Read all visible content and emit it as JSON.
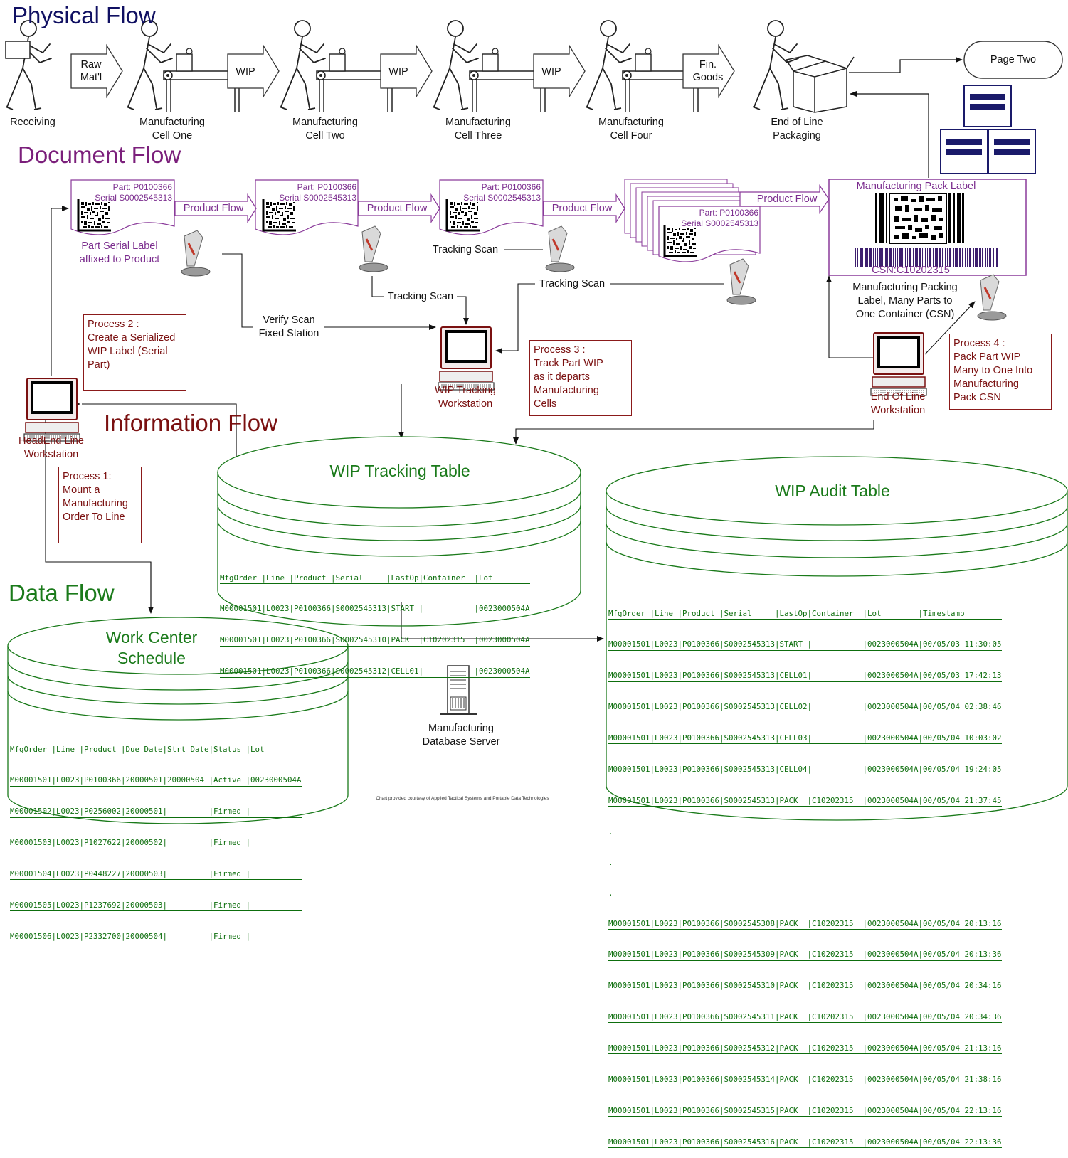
{
  "headings": {
    "physical": "Physical Flow",
    "document": "Document Flow",
    "information": "Information Flow",
    "data": "Data Flow"
  },
  "colors": {
    "physical_heading": "#101062",
    "document_heading": "#7b1f7b",
    "information_heading": "#7a1010",
    "data_heading": "#1a7a1a",
    "process_box_border": "#8b1a1a",
    "table_text": "#0d6e0d",
    "label_border": "#8a3a9a"
  },
  "physical": {
    "stations": [
      {
        "name": "Receiving"
      },
      {
        "name": "Manufacturing",
        "name2": "Cell One"
      },
      {
        "name": "Manufacturing",
        "name2": "Cell Two"
      },
      {
        "name": "Manufacturing",
        "name2": "Cell Three"
      },
      {
        "name": "Manufacturing",
        "name2": "Cell Four"
      },
      {
        "name": "End of Line",
        "name2": "Packaging"
      }
    ],
    "arrows": [
      {
        "line1": "Raw",
        "line2": "Mat'l"
      },
      {
        "line1": "WIP"
      },
      {
        "line1": "WIP"
      },
      {
        "line1": "WIP"
      },
      {
        "line1": "Fin.",
        "line2": "Goods"
      }
    ],
    "page_two": "Page Two"
  },
  "document": {
    "part_label": "Part: P0100366",
    "serial_label": "Serial S0002545313",
    "product_flow": "Product Flow",
    "part_serial_caption": {
      "line1": "Part Serial Label",
      "line2": "affixed to Product"
    },
    "tracking_scan": "Tracking Scan",
    "verify_scan": {
      "line1": "Verify Scan",
      "line2": "Fixed Station"
    },
    "pack_label_title": "Manufacturing Pack Label",
    "csn": "CSN:C10202315",
    "pack_caption": {
      "line1": "Manufacturing Packing",
      "line2": "Label, Many Parts to",
      "line3": "One Container (CSN)"
    }
  },
  "process_boxes": {
    "p1": "Process 1:\nMount a\nManufacturing\nOrder To Line",
    "p2": "Process 2 :\nCreate a Serialized\nWIP Label (Serial\nPart)",
    "p3": "Process 3 :\nTrack Part WIP\nas it departs\nManufacturing\nCells",
    "p4": "Process 4 :\nPack Part WIP\nMany to One Into\nManufacturing\nPack CSN"
  },
  "workstations": {
    "headend": {
      "line1": "HeadEnd Line",
      "line2": "Workstation"
    },
    "wip": {
      "line1": "WIP Tracking",
      "line2": "Workstation"
    },
    "eol": {
      "line1": "End Of Line",
      "line2": "Workstation"
    },
    "server": {
      "line1": "Manufacturing",
      "line2": "Database Server"
    }
  },
  "tables": {
    "wip_tracking": {
      "title": "WIP Tracking Table",
      "header": "MfgOrder |Line |Product |Serial     |LastOp|Container  |Lot",
      "rows": [
        "M00001501|L0023|P0100366|S0002545313|START |           |0023000504A",
        "M00001501|L0023|P0100366|S0002545310|PACK  |C10202315  |0023000504A",
        "M00001501|L0023|P0100366|S0002545312|CELL01|           |0023000504A"
      ]
    },
    "wip_audit": {
      "title": "WIP Audit Table",
      "header": "MfgOrder |Line |Product |Serial     |LastOp|Container  |Lot        |Timestamp",
      "rows": [
        "M00001501|L0023|P0100366|S0002545313|START |           |0023000504A|00/05/03 11:30:05",
        "M00001501|L0023|P0100366|S0002545313|CELL01|           |0023000504A|00/05/03 17:42:13",
        "M00001501|L0023|P0100366|S0002545313|CELL02|           |0023000504A|00/05/04 02:38:46",
        "M00001501|L0023|P0100366|S0002545313|CELL03|           |0023000504A|00/05/04 10:03:02",
        "M00001501|L0023|P0100366|S0002545313|CELL04|           |0023000504A|00/05/04 19:24:05",
        "M00001501|L0023|P0100366|S0002545313|PACK  |C10202315  |0023000504A|00/05/04 21:37:45"
      ],
      "ellipsis": [
        ".",
        ".",
        "."
      ],
      "rows2": [
        "M00001501|L0023|P0100366|S0002545308|PACK  |C10202315  |0023000504A|00/05/04 20:13:16",
        "M00001501|L0023|P0100366|S0002545309|PACK  |C10202315  |0023000504A|00/05/04 20:13:36",
        "M00001501|L0023|P0100366|S0002545310|PACK  |C10202315  |0023000504A|00/05/04 20:34:16",
        "M00001501|L0023|P0100366|S0002545311|PACK  |C10202315  |0023000504A|00/05/04 20:34:36",
        "M00001501|L0023|P0100366|S0002545312|PACK  |C10202315  |0023000504A|00/05/04 21:13:16",
        "M00001501|L0023|P0100366|S0002545314|PACK  |C10202315  |0023000504A|00/05/04 21:38:16",
        "M00001501|L0023|P0100366|S0002545315|PACK  |C10202315  |0023000504A|00/05/04 22:13:16",
        "M00001501|L0023|P0100366|S0002545316|PACK  |C10202315  |0023000504A|00/05/04 22:13:36"
      ]
    },
    "work_center": {
      "title_line1": "Work Center",
      "title_line2": "Schedule",
      "header": "MfgOrder |Line |Product |Due Date|Strt Date|Status |Lot",
      "rows": [
        "M00001501|L0023|P0100366|20000501|20000504 |Active |0023000504A",
        "M00001502|L0023|P0256002|20000501|         |Firmed |",
        "M00001503|L0023|P1027622|20000502|         |Firmed |",
        "M00001504|L0023|P0448227|20000503|         |Firmed |",
        "M00001505|L0023|P1237692|20000503|         |Firmed |",
        "M00001506|L0023|P2332700|20000504|         |Firmed |"
      ]
    }
  },
  "footer_credit": "Chart provided courtesy of Applied Tactical Systems and Portable Data Technologies"
}
